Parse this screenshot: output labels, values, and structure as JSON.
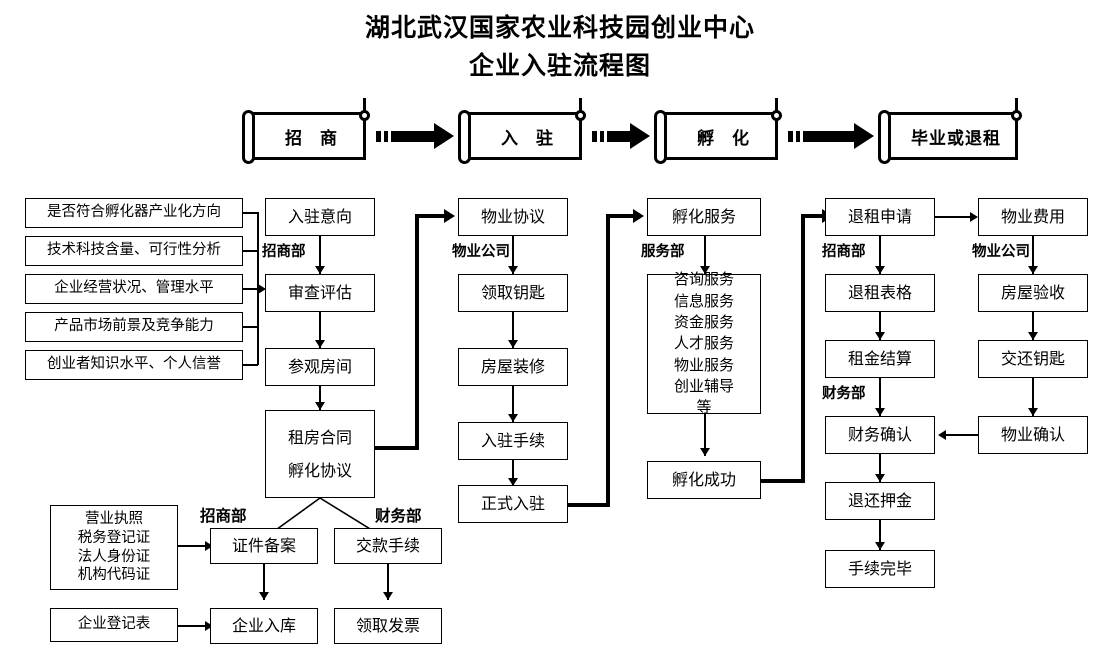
{
  "title": {
    "line1": "湖北武汉国家农业科技园创业中心",
    "line2": "企业入驻流程图"
  },
  "stages": [
    {
      "label": "招  商"
    },
    {
      "label": "入  驻"
    },
    {
      "label": "孵  化"
    },
    {
      "label": "毕业或退租"
    }
  ],
  "criteria": [
    {
      "label": "是否符合孵化器产业化方向"
    },
    {
      "label": "技术科技含量、可行性分析"
    },
    {
      "label": "企业经营状况、管理水平"
    },
    {
      "label": "产品市场前景及竞争能力"
    },
    {
      "label": "创业者知识水平、个人信誉"
    }
  ],
  "col_recruit": {
    "dept": "招商部",
    "steps": [
      {
        "label": "入驻意向"
      },
      {
        "label": "审查评估"
      },
      {
        "label": "参观房间"
      }
    ],
    "contract": {
      "line1": "租房合同",
      "line2": "孵化协议"
    }
  },
  "col_movein": {
    "dept": "物业公司",
    "steps": [
      {
        "label": "物业协议"
      },
      {
        "label": "领取钥匙"
      },
      {
        "label": "房屋装修"
      },
      {
        "label": "入驻手续"
      },
      {
        "label": "正式入驻"
      }
    ]
  },
  "col_incubate": {
    "dept": "服务部",
    "head": {
      "label": "孵化服务"
    },
    "services": [
      "咨询服务",
      "信息服务",
      "资金服务",
      "人才服务",
      "物业服务",
      "创业辅导",
      "等"
    ],
    "tail": {
      "label": "孵化成功"
    }
  },
  "col_exit": {
    "dept1": "招商部",
    "dept2": "财务部",
    "steps": [
      {
        "label": "退租申请"
      },
      {
        "label": "退租表格"
      },
      {
        "label": "租金结算"
      },
      {
        "label": "财务确认"
      },
      {
        "label": "退还押金"
      },
      {
        "label": "手续完毕"
      }
    ]
  },
  "col_property": {
    "dept": "物业公司",
    "steps": [
      {
        "label": "物业费用"
      },
      {
        "label": "房屋验收"
      },
      {
        "label": "交还钥匙"
      },
      {
        "label": "物业确认"
      }
    ]
  },
  "bottom": {
    "dept_left": "招商部",
    "dept_right": "财务部",
    "documents": [
      "营业执照",
      "税务登记证",
      "法人身份证",
      "机构代码证"
    ],
    "reg_form": {
      "label": "企业登记表"
    },
    "filing": {
      "label": "证件备案"
    },
    "enter_db": {
      "label": "企业入库"
    },
    "payment": {
      "label": "交款手续"
    },
    "invoice": {
      "label": "领取发票"
    }
  },
  "colors": {
    "ink": "#000000",
    "paper": "#ffffff"
  }
}
